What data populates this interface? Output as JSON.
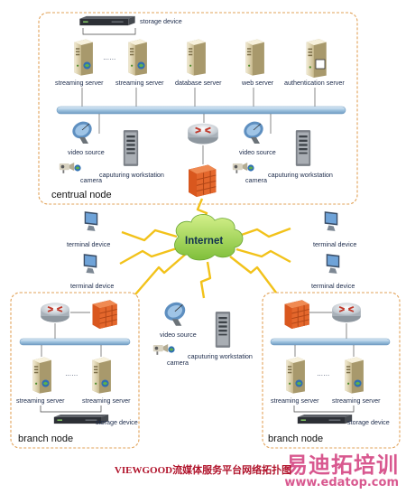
{
  "nodes": {
    "central": "centrual node",
    "branch_left": "branch node",
    "branch_right": "branch node"
  },
  "central": {
    "storage_device": "storage device",
    "streaming_server_1": "streaming server",
    "streaming_server_2": "streaming server",
    "ellipsis": "……",
    "database_server": "database server",
    "web_server": "web server",
    "authentication_server": "authentication server",
    "video_source_left": "video source",
    "camera_left": "camera",
    "capturing_workstation_left": "caputuring workstation",
    "video_source_right": "video source",
    "camera_right": "camera",
    "capturing_workstation_right": "caputuring workstation"
  },
  "internet": {
    "label": "Internet",
    "terminal_1": "terminal device",
    "terminal_2": "terminal device",
    "terminal_3": "terminal device",
    "terminal_4": "terminal device"
  },
  "middle": {
    "video_source": "video source",
    "camera": "camera",
    "capturing_workstation": "caputuring workstation"
  },
  "branch_left": {
    "streaming_server_1": "streaming server",
    "streaming_server_2": "streaming server",
    "ellipsis": "……",
    "storage_device": "storage device"
  },
  "branch_right": {
    "streaming_server_1": "streaming server",
    "streaming_server_2": "streaming server",
    "ellipsis": "……",
    "storage_device": "storage device"
  },
  "caption": "VIEWGOOD流媒体服务平台网络拓扑图",
  "watermark": {
    "main": "易迪拓培训",
    "sub": "www.edatop.com"
  },
  "colors": {
    "node_border": "#e2a35a",
    "backbone": "#9fc3df",
    "lightning": "#f2c21a",
    "firewall": "#d9571e",
    "internet_cloud": "#9acd4a",
    "caption": "#b0122a",
    "watermark": "#d23b7c"
  }
}
